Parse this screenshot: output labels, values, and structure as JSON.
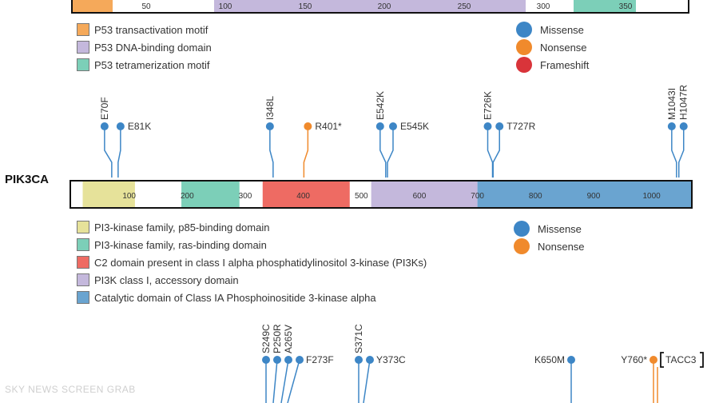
{
  "p53": {
    "ticks": [
      "50",
      "100",
      "150",
      "200",
      "250",
      "300",
      "350"
    ],
    "legend": [
      {
        "label": "P53 transactivation motif",
        "color": "#f5a95a"
      },
      {
        "label": "P53 DNA-binding domain",
        "color": "#c4b8dc"
      },
      {
        "label": "P53 tetramerization motif",
        "color": "#7ccfb8"
      }
    ],
    "mutation_legend": [
      {
        "label": "Missense",
        "color": "#3d86c6"
      },
      {
        "label": "Nonsense",
        "color": "#f08a2c"
      },
      {
        "label": "Frameshift",
        "color": "#d9343a"
      }
    ]
  },
  "pik3ca": {
    "gene_label": "PIK3CA",
    "ticks": [
      "100",
      "200",
      "300",
      "400",
      "500",
      "600",
      "700",
      "800",
      "900",
      "1000"
    ],
    "domains": [
      {
        "name": "PI3-kinase family, p85-binding domain",
        "color": "#e6e29a",
        "start": 20,
        "end": 110
      },
      {
        "name": "PI3-kinase family, ras-binding domain",
        "color": "#7ccfb8",
        "start": 190,
        "end": 290
      },
      {
        "name": "C2 domain present in class I alpha phosphatidylinositol 3-kinase (PI3Ks)",
        "color": "#ee6b63",
        "start": 330,
        "end": 480
      },
      {
        "name": "PI3K class I, accessory domain",
        "color": "#c4b8dc",
        "start": 517,
        "end": 700
      },
      {
        "name": "Catalytic domain of Class IA Phosphoinositide 3-kinase alpha",
        "color": "#6aa4d0",
        "start": 700,
        "end": 1068
      }
    ],
    "mutations": [
      {
        "label": "E70F",
        "pos": 70,
        "type": "missense",
        "dir": "up"
      },
      {
        "label": "E81K",
        "pos": 81,
        "type": "missense",
        "dir": "right"
      },
      {
        "label": "I348L",
        "pos": 348,
        "type": "missense",
        "dir": "up"
      },
      {
        "label": "R401*",
        "pos": 401,
        "type": "nonsense",
        "dir": "right"
      },
      {
        "label": "E542K",
        "pos": 542,
        "type": "missense",
        "dir": "up"
      },
      {
        "label": "E545K",
        "pos": 545,
        "type": "missense",
        "dir": "right"
      },
      {
        "label": "E726K",
        "pos": 726,
        "type": "missense",
        "dir": "up"
      },
      {
        "label": "T727R",
        "pos": 727,
        "type": "missense",
        "dir": "right"
      },
      {
        "label": "M1043I",
        "pos": 1043,
        "type": "missense",
        "dir": "up"
      },
      {
        "label": "H1047R",
        "pos": 1047,
        "type": "missense",
        "dir": "up"
      }
    ],
    "mutation_legend": [
      {
        "label": "Missense",
        "color": "#3d86c6"
      },
      {
        "label": "Nonsense",
        "color": "#f08a2c"
      }
    ]
  },
  "lower": {
    "mutations": [
      {
        "label": "S249C",
        "type": "missense",
        "dir": "up"
      },
      {
        "label": "P250R",
        "type": "missense",
        "dir": "up"
      },
      {
        "label": "A265V",
        "type": "missense",
        "dir": "up"
      },
      {
        "label": "F273F",
        "type": "missense",
        "dir": "right"
      },
      {
        "label": "S371C",
        "type": "missense",
        "dir": "up"
      },
      {
        "label": "Y373C",
        "type": "missense",
        "dir": "right"
      },
      {
        "label": "K650M",
        "type": "missense",
        "dir": "left"
      },
      {
        "label": "Y760*",
        "type": "nonsense",
        "dir": "left"
      }
    ],
    "fusion_label": "TACC3"
  },
  "colors": {
    "missense": "#3d86c6",
    "nonsense": "#f08a2c",
    "frameshift": "#d9343a"
  },
  "watermark": "SKY NEWS SCREEN GRAB"
}
